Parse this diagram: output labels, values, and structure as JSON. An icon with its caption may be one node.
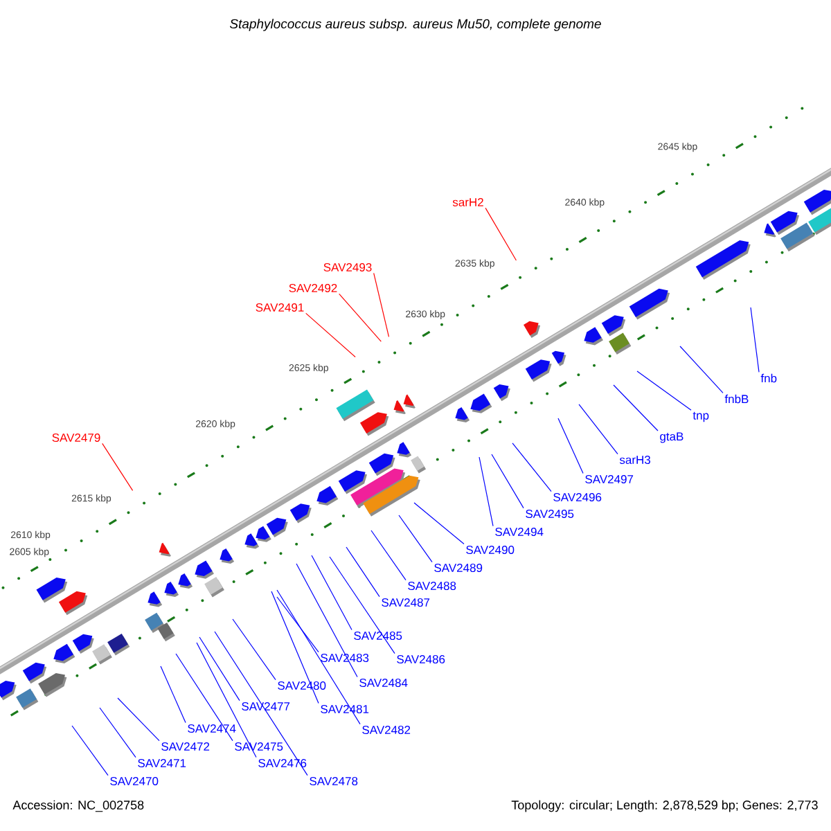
{
  "diagram": {
    "title": "Staphylococcus aureus subsp. aureus Mu50, complete genome",
    "nodes": [
      {
        "text": [
          "sarH2"
        ]
      },
      {
        "text": [
          "SAV2493"
        ]
      },
      {
        "text": [
          "SAV2492"
        ]
      },
      {
        "text": [
          "SAV2491"
        ]
      },
      {
        "text": [
          "SAV2479"
        ]
      },
      {
        "text": [
          "fnb"
        ]
      },
      {
        "text": [
          "fnbB"
        ]
      },
      {
        "text": [
          "tnp"
        ]
      },
      {
        "text": [
          "gtaB"
        ]
      },
      {
        "text": [
          "sarH3"
        ]
      },
      {
        "text": [
          "SAV2497"
        ]
      },
      {
        "text": [
          "SAV2496"
        ]
      },
      {
        "text": [
          "SAV2495"
        ]
      },
      {
        "text": [
          "SAV2494"
        ]
      },
      {
        "text": [
          "SAV2490"
        ]
      },
      {
        "text": [
          "SAV2489"
        ]
      },
      {
        "text": [
          "SAV2488"
        ]
      },
      {
        "text": [
          "SAV2487"
        ]
      },
      {
        "text": [
          "SAV2485"
        ]
      },
      {
        "text": [
          "SAV2486"
        ]
      },
      {
        "text": [
          "SAV2483"
        ]
      },
      {
        "text": [
          "SAV2484"
        ]
      },
      {
        "text": [
          "SAV2480"
        ]
      },
      {
        "text": [
          "SAV2481"
        ]
      },
      {
        "text": [
          "SAV2477"
        ]
      },
      {
        "text": [
          "SAV2482"
        ]
      },
      {
        "text": [
          "SAV2474"
        ]
      },
      {
        "text": [
          "SAV2472"
        ]
      },
      {
        "text": [
          "SAV2475"
        ]
      },
      {
        "text": [
          "SAV2471"
        ]
      },
      {
        "text": [
          "SAV2476"
        ]
      },
      {
        "text": [
          "SAV2470"
        ]
      },
      {
        "text": [
          "SAV2478"
        ]
      }
    ],
    "edges": [
      {
        "from": 0,
        "to": null,
        "arrow": "none",
        "color": "#ff0000"
      },
      {
        "from": 1,
        "to": null,
        "arrow": "none",
        "color": "#ff0000"
      },
      {
        "from": 2,
        "to": null,
        "arrow": "none",
        "color": "#ff0000"
      },
      {
        "from": 3,
        "to": null,
        "arrow": "none",
        "color": "#ff0000"
      },
      {
        "from": 4,
        "to": null,
        "arrow": "none",
        "color": "#ff0000"
      },
      {
        "from": 5,
        "to": null,
        "arrow": "none"
      },
      {
        "from": 6,
        "to": null,
        "arrow": "none"
      },
      {
        "from": 7,
        "to": null,
        "arrow": "none"
      },
      {
        "from": 8,
        "to": null,
        "arrow": "none"
      },
      {
        "from": 9,
        "to": null,
        "arrow": "none"
      },
      {
        "from": 10,
        "to": null,
        "arrow": "none"
      },
      {
        "from": 11,
        "to": null,
        "arrow": "none"
      },
      {
        "from": 12,
        "to": null,
        "arrow": "none"
      },
      {
        "from": 13,
        "to": null,
        "arrow": "none"
      },
      {
        "from": 14,
        "to": null,
        "arrow": "none"
      },
      {
        "from": 15,
        "to": null,
        "arrow": "none"
      },
      {
        "from": 16,
        "to": null,
        "arrow": "none"
      },
      {
        "from": 17,
        "to": null,
        "arrow": "none"
      },
      {
        "from": 18,
        "to": null,
        "arrow": "none"
      },
      {
        "from": 19,
        "to": null,
        "arrow": "none"
      },
      {
        "from": 20,
        "to": null,
        "arrow": "none"
      },
      {
        "from": 21,
        "to": null,
        "arrow": "none"
      },
      {
        "from": 22,
        "to": null,
        "arrow": "none"
      },
      {
        "from": 23,
        "to": null,
        "arrow": "none"
      },
      {
        "from": 24,
        "to": null,
        "arrow": "none"
      },
      {
        "from": 25,
        "to": null,
        "arrow": "none"
      },
      {
        "from": 26,
        "to": null,
        "arrow": "none"
      },
      {
        "from": 27,
        "to": null,
        "arrow": "none"
      },
      {
        "from": 28,
        "to": null,
        "arrow": "none"
      },
      {
        "from": 29,
        "to": null,
        "arrow": "none"
      },
      {
        "from": 30,
        "to": null,
        "arrow": "none"
      },
      {
        "from": 31,
        "to": null,
        "arrow": "none"
      },
      {
        "from": 32,
        "to": null,
        "arrow": "none"
      }
    ],
    "labels": [
      "2645 kbp",
      "2640 kbp",
      "2635 kbp",
      "2630 kbp",
      "2625 kbp",
      "2620 kbp",
      "2615 kbp",
      "2610 kbp",
      "2605 kbp",
      "Accession: NC_002758",
      "Topology: circular; Length: 2,878,529 bp; Genes: 2,773"
    ]
  }
}
